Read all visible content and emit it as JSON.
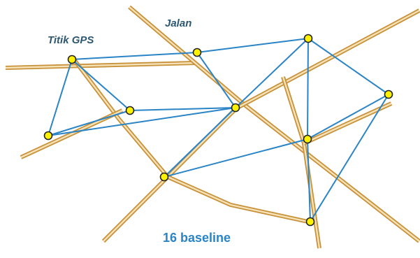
{
  "labels": {
    "gps_points": "Titik GPS",
    "road": "Jalan",
    "baseline_count": "16 baseline"
  },
  "colors": {
    "road_outer": "#c8923a",
    "road_inner": "#f6e2b8",
    "baseline": "#2a84c6",
    "point_fill": "#fff200",
    "point_stroke": "#222222",
    "label_dark": "#2e5871",
    "label_blue": "#2a84c6"
  },
  "network": {
    "point_count": 10,
    "baseline_count": 16,
    "point_ids": [
      "P1",
      "P2",
      "P3",
      "P4",
      "P5",
      "P6",
      "P7",
      "P8",
      "P9",
      "P10"
    ],
    "baselines": [
      [
        "P1",
        "P2"
      ],
      [
        "P1",
        "P3"
      ],
      [
        "P1",
        "P4"
      ],
      [
        "P3",
        "P4"
      ],
      [
        "P4",
        "P6"
      ],
      [
        "P2",
        "P6"
      ],
      [
        "P2",
        "P5"
      ],
      [
        "P3",
        "P6"
      ],
      [
        "P5",
        "P6"
      ],
      [
        "P6",
        "P7"
      ],
      [
        "P7",
        "P8"
      ],
      [
        "P5",
        "P8"
      ],
      [
        "P8",
        "P9"
      ],
      [
        "P5",
        "P9"
      ],
      [
        "P9",
        "P10"
      ],
      [
        "P8",
        "P10"
      ]
    ]
  }
}
